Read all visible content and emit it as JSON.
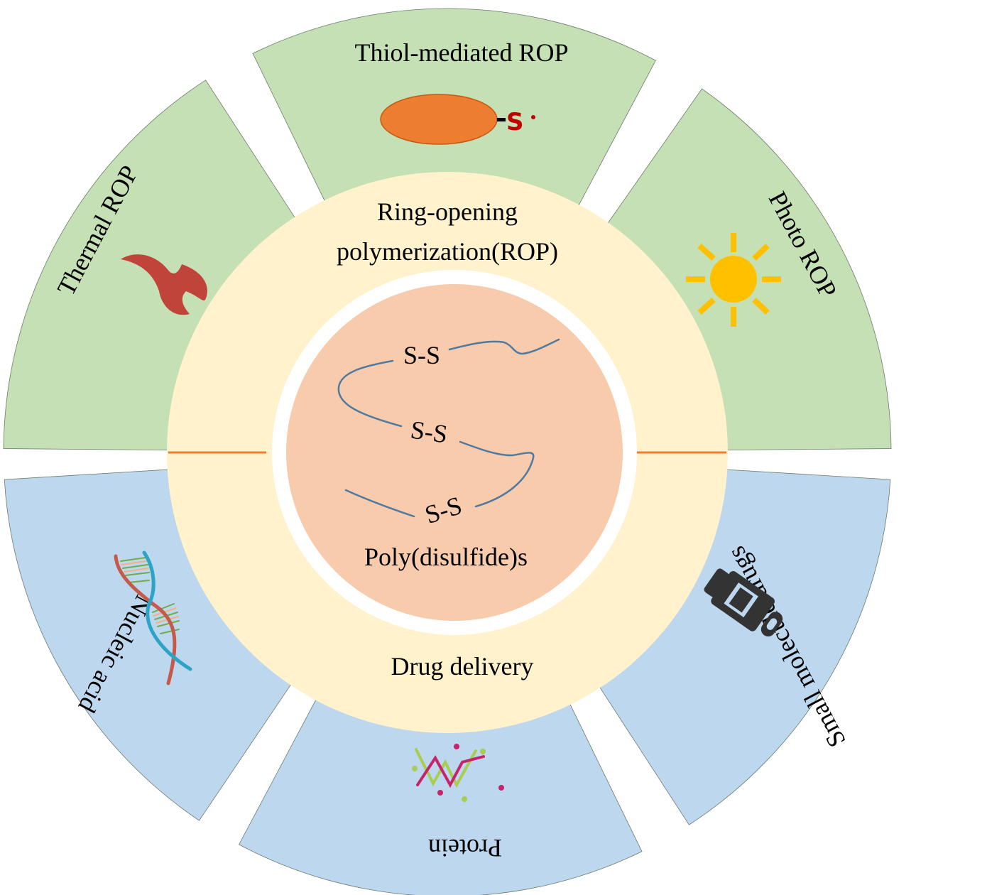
{
  "title": "Poly(disulfide)s: synthesis and drug delivery",
  "colors": {
    "synthesis_sector": "#c5e0b4",
    "delivery_sector": "#bdd7ee",
    "middle_ring": "#fff2cc",
    "core": "#f8cbad",
    "divider": "#ed7d31",
    "chain": "#4f7aa0"
  },
  "core": {
    "label": "Poly(disulfide)s",
    "bonds": [
      "S-S",
      "S-S",
      "S-S"
    ]
  },
  "ring": {
    "top_label_line1": "Ring-opening",
    "top_label_line2": "polymerization(ROP)",
    "bottom_label": "Drug delivery"
  },
  "sectors": {
    "thermal": {
      "label": "Thermal ROP",
      "icon": "flame-icon"
    },
    "thiol": {
      "label": "Thiol-mediated ROP",
      "icon": "thiol-radical-icon",
      "icon_text": "-S·"
    },
    "photo": {
      "label": "Photo ROP",
      "icon": "sun-icon"
    },
    "nucleic": {
      "label": "Nucleic acid",
      "icon": "dna-icon"
    },
    "protein": {
      "label": "Protein",
      "icon": "protein-icon"
    },
    "small": {
      "label": "Small molecule drugs",
      "icon": "pill-bottle-icon"
    }
  }
}
